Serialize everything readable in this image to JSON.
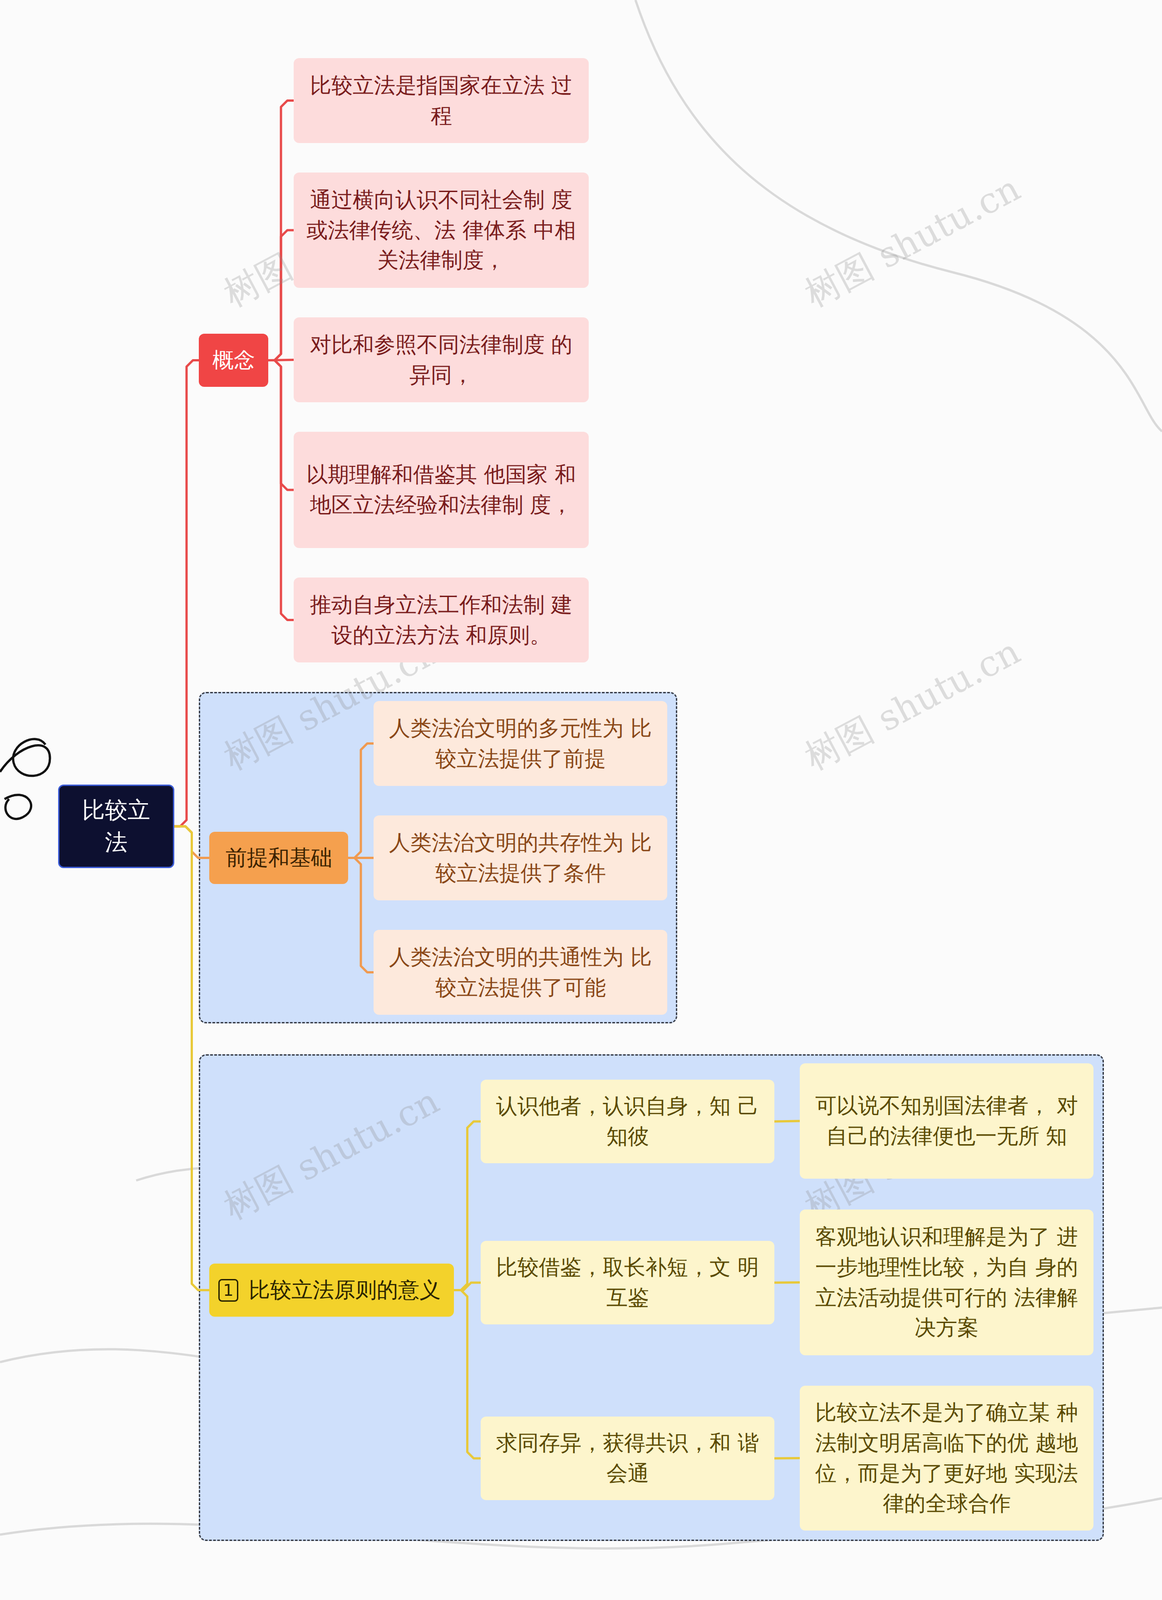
{
  "diagram": {
    "nodes": [
      {
        "text": [
          "比较立法"
        ]
      },
      {
        "text": [
          "概念"
        ]
      },
      {
        "text": [
          "比较立法是指国家在立法 过程"
        ]
      },
      {
        "text": [
          "通过横向认识不同社会制 度或法律传统、法 律体系 中相关法律制度，"
        ]
      },
      {
        "text": [
          "对比和参照不同法律制度 的异同，"
        ]
      },
      {
        "text": [
          "以期理解和借鉴其 他国家 和地区立法经验和法律制 度，"
        ]
      },
      {
        "text": [
          "推动自身立法工作和法制 建设的立法方法 和原则。"
        ]
      },
      {
        "text": [
          "前提和基础"
        ]
      },
      {
        "text": [
          "人类法治文明的多元性为 比较立法提供了前提"
        ]
      },
      {
        "text": [
          "人类法治文明的共存性为 比较立法提供了条件"
        ]
      },
      {
        "text": [
          "人类法治文明的共通性为 比较立法提供了可能"
        ]
      },
      {
        "text": [
          "比较立法原则的意义"
        ]
      },
      {
        "text": [
          "认识他者，认识自身，知 己知彼"
        ]
      },
      {
        "text": [
          "可以说不知别国法律者， 对自己的法律便也一无所 知"
        ]
      },
      {
        "text": [
          "比较借鉴，取长补短，文 明互鉴"
        ]
      },
      {
        "text": [
          "客观地认识和理解是为了 进一步地理性比较，为自 身的立法活动提供可行的 法律解决方案"
        ]
      },
      {
        "text": [
          "求同存异，获得共识，和 谐会通"
        ]
      },
      {
        "text": [
          "比较立法不是为了确立某 种法制文明居高临下的优 越地位，而是为了更好地 实现法律的全球合作"
        ]
      }
    ],
    "edges": [
      {
        "from": 0,
        "to": 1,
        "arrow": "none"
      },
      {
        "from": 0,
        "to": 7,
        "arrow": "none"
      },
      {
        "from": 0,
        "to": 11,
        "arrow": "none"
      },
      {
        "from": 1,
        "to": 2,
        "arrow": "none"
      },
      {
        "from": 1,
        "to": 3,
        "arrow": "none"
      },
      {
        "from": 1,
        "to": 4,
        "arrow": "none"
      },
      {
        "from": 1,
        "to": 5,
        "arrow": "none"
      },
      {
        "from": 1,
        "to": 6,
        "arrow": "none"
      },
      {
        "from": 7,
        "to": 8,
        "arrow": "none"
      },
      {
        "from": 7,
        "to": 9,
        "arrow": "none"
      },
      {
        "from": 7,
        "to": 10,
        "arrow": "none"
      },
      {
        "from": 11,
        "to": 12,
        "arrow": "none"
      },
      {
        "from": 11,
        "to": 14,
        "arrow": "none"
      },
      {
        "from": 11,
        "to": 16,
        "arrow": "none"
      },
      {
        "from": 12,
        "to": 13,
        "arrow": "none"
      },
      {
        "from": 14,
        "to": 15,
        "arrow": "none"
      },
      {
        "from": 16,
        "to": 17,
        "arrow": "none"
      }
    ],
    "labels": [
      "1",
      "树图 shutu.cn",
      "树图 shutu.cn",
      "树图 shutu.cn",
      "树图 shutu.cn",
      "树图 shutu.cn",
      "树图 shutu.cn"
    ]
  }
}
